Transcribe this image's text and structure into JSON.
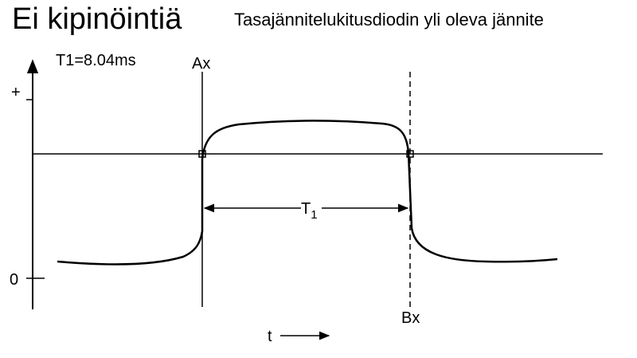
{
  "title": "Ei kipinöintiä",
  "subtitle": "Tasajännitelukitusdiodin yli oleva jännite",
  "measurement": "T1=8.04ms",
  "axis": {
    "plus_label": "+",
    "zero_label": "0",
    "time_label": "t"
  },
  "markers": {
    "a": "Ax",
    "b": "Bx"
  },
  "interval": {
    "label_main": "T",
    "label_sub": "1"
  },
  "colors": {
    "ink": "#000000",
    "background": "#ffffff"
  }
}
